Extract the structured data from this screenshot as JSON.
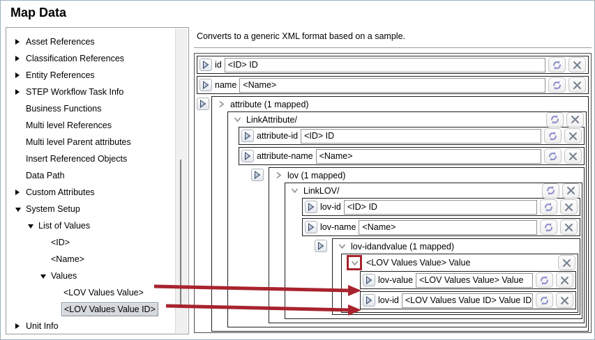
{
  "window": {
    "title": "Map Data"
  },
  "colors": {
    "arrow_red": "#a8232e",
    "icon_purple": "#8d8dcc",
    "selection_bg": "#d6d9dc"
  },
  "icons": {
    "play": "play-arrow",
    "transform": "purple-sync-arrows",
    "delete": "x-mark",
    "collapsed": "right-triangle",
    "expanded": "down-triangle",
    "chevron_right": "angle-right",
    "chevron_down": "angle-down"
  },
  "sidebar": {
    "items": [
      {
        "label": "Asset References",
        "state": "collapsed",
        "level": 0
      },
      {
        "label": "Classification References",
        "state": "collapsed",
        "level": 0
      },
      {
        "label": "Entity References",
        "state": "collapsed",
        "level": 0
      },
      {
        "label": "STEP Workflow Task Info",
        "state": "collapsed",
        "level": 0
      },
      {
        "label": "Business Functions",
        "state": "none",
        "level": 0
      },
      {
        "label": "Multi level References",
        "state": "none",
        "level": 0
      },
      {
        "label": "Multi level Parent attributes",
        "state": "none",
        "level": 0
      },
      {
        "label": "Insert Referenced Objects",
        "state": "none",
        "level": 0
      },
      {
        "label": "Data Path",
        "state": "none",
        "level": 0
      },
      {
        "label": "Custom Attributes",
        "state": "collapsed",
        "level": 0
      },
      {
        "label": "System Setup",
        "state": "expanded",
        "level": 0
      },
      {
        "label": "List of Values",
        "state": "expanded",
        "level": 1
      },
      {
        "label": "<ID>",
        "state": "none",
        "level": 2
      },
      {
        "label": "<Name>",
        "state": "none",
        "level": 2
      },
      {
        "label": "Values",
        "state": "expanded",
        "level": 2
      },
      {
        "label": "<LOV Values Value>",
        "state": "none",
        "level": 3
      },
      {
        "label": "<LOV Values Value ID>",
        "state": "none",
        "level": 3,
        "selected": true
      },
      {
        "label": "Unit Info",
        "state": "collapsed",
        "level": 0
      }
    ]
  },
  "mapping": {
    "description": "Converts to a generic XML format based on a sample.",
    "id_row": {
      "label": "id",
      "value": "<ID> ID"
    },
    "name_row": {
      "label": "name",
      "value": "<Name>"
    },
    "attribute_group": {
      "title": "attribute (1 mapped)",
      "link_attribute": {
        "title": "LinkAttribute/",
        "attribute_id_row": {
          "label": "attribute-id",
          "value": "<ID> ID"
        },
        "attribute_name_row": {
          "label": "attribute-name",
          "value": "<Name>"
        },
        "lov_group": {
          "title": "lov (1 mapped)",
          "link_lov": {
            "title": "LinkLOV/",
            "lov_id_row": {
              "label": "lov-id",
              "value": "<ID> ID"
            },
            "lov_name_row": {
              "label": "lov-name",
              "value": "<Name>"
            },
            "lov_idandvalue_group": {
              "title": "lov-idandvalue (1 mapped)",
              "lov_values_element": {
                "title": "<LOV Values Value> Value",
                "lov_value_row": {
                  "label": "lov-value",
                  "value": "<LOV Values Value> Value"
                },
                "lov_id_row": {
                  "label": "lov-id",
                  "value": "<LOV Values Value ID> Value ID"
                }
              }
            }
          }
        }
      }
    }
  }
}
